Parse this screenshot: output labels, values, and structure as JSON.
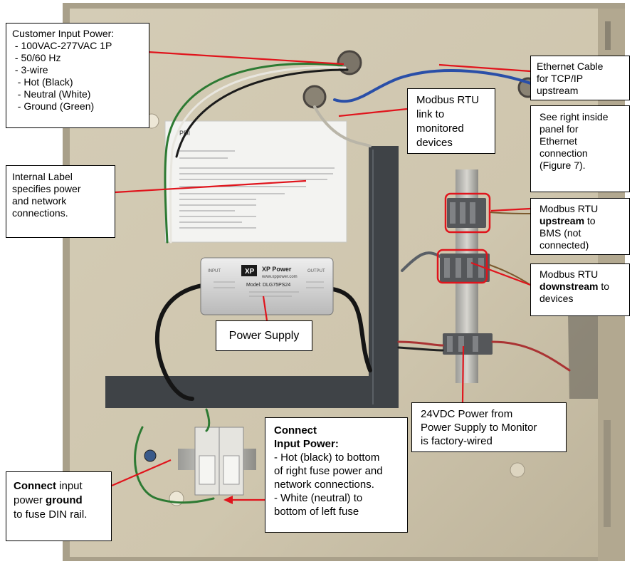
{
  "callouts": {
    "customer_power": {
      "lines": [
        "Customer Input Power:",
        " - 100VAC-277VAC 1P",
        " - 50/60 Hz",
        " - 3-wire",
        "  - Hot (Black)",
        "  - Neutral (White)",
        "  - Ground (Green)"
      ]
    },
    "internal_label": {
      "lines": [
        "Internal Label",
        "specifies power",
        "and network",
        "connections."
      ]
    },
    "ethernet": {
      "lines": [
        "Ethernet Cable",
        "for TCP/IP",
        "upstream"
      ]
    },
    "modbus_link": {
      "lines": [
        "Modbus RTU",
        "link to",
        "monitored",
        "devices"
      ]
    },
    "see_right": {
      "lines": [
        "See right inside",
        "panel for",
        "Ethernet",
        "connection",
        "(Figure 7)."
      ]
    },
    "modbus_upstream": {
      "l1": "Modbus RTU",
      "l2a": "upstream",
      "l2b": " to",
      "l3": "BMS (not",
      "l4": "connected)"
    },
    "modbus_downstream": {
      "l1": "Modbus RTU",
      "l2a": "downstream",
      "l2b": " to",
      "l3": "devices"
    },
    "power_supply": {
      "label": "Power Supply"
    },
    "dc_power": {
      "lines": [
        "24VDC Power from",
        "Power Supply to Monitor",
        "is factory-wired"
      ]
    },
    "connect_ground": {
      "l1a": "Connect",
      "l1b": " input",
      "l2a": "power ",
      "l2b": "ground",
      "l3": "to fuse DIN rail."
    },
    "connect_input": {
      "t1": "Connect",
      "t2": "Input Power:",
      "lines": [
        "- Hot (black) to bottom",
        "of right fuse power and",
        "network connections.",
        "- White (neutral) to",
        "bottom of left fuse"
      ]
    }
  },
  "device": {
    "brand": "XP Power",
    "brand_url": "www.xppower.com",
    "model": "Model: DLG75PS24",
    "input": "INPUT",
    "output": "OUTPUT",
    "label_logo": "PDI"
  },
  "colors": {
    "arrow": "#e0141c",
    "enclosure": "#c9bfa6",
    "panel": "#d8d0bb",
    "duct": "#404448"
  }
}
